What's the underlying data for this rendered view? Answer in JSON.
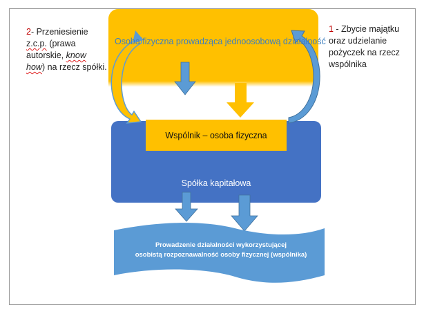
{
  "colors": {
    "yellow": "#ffc000",
    "dark_blue": "#4472c4",
    "light_blue": "#5b9bd5",
    "note_number_red": "#c00000"
  },
  "note_left": {
    "number": "2",
    "line1_text": "- Przeniesienie",
    "zcp": "z.c.p.",
    "line2_rest": " (prawa",
    "line3_pre": "autorskie, ",
    "know": "know",
    "how": "how",
    "line4_rest": ") na rzecz spółki."
  },
  "note_right": {
    "number": "1",
    "text": " - Zbycie majątku oraz udzielanie pożyczek na rzecz wspólnika"
  },
  "top_box_label": "Osoba fizyczna prowadząca jednoosobową działalność",
  "partner_box_label": "Wspólnik – osoba fizyczna",
  "company_box_label": "Spółka kapitałowa",
  "banner": {
    "line1": "Prowadzenie działalności wykorzystującej",
    "line2": "osobistą rozpoznawalność osoby fizycznej (wspólnika)"
  }
}
